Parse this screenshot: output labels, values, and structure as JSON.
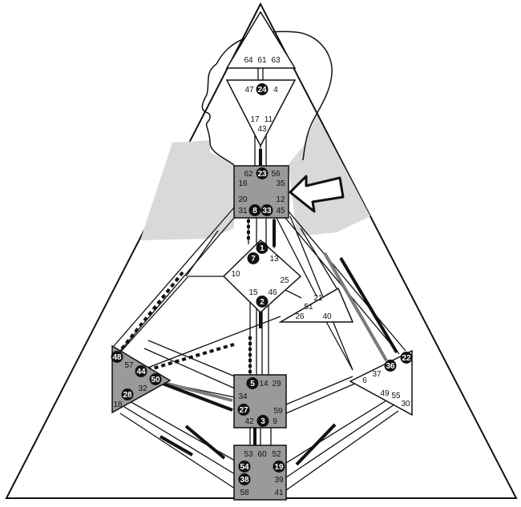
{
  "colors": {
    "line": "#111111",
    "center_defined": "#9a9a9a",
    "center_open": "#ffffff",
    "aura": "#d9d9d9",
    "channel_active": "#111111",
    "channel_partial": "#7a7a7a",
    "gate_active_fill": "#111111",
    "gate_active_text": "#ffffff"
  },
  "centers": {
    "head": {
      "name": "head",
      "defined": false,
      "gates": [
        "64",
        "61",
        "63"
      ]
    },
    "ajna": {
      "name": "ajna",
      "defined": false,
      "gates": [
        "47",
        "24",
        "4",
        "17",
        "11",
        "43"
      ]
    },
    "throat": {
      "name": "throat",
      "defined": true,
      "gates": [
        "62",
        "23",
        "56",
        "16",
        "35",
        "20",
        "12",
        "31",
        "8",
        "33",
        "45"
      ]
    },
    "g": {
      "name": "g",
      "defined": false,
      "gates": [
        "1",
        "7",
        "13",
        "10",
        "25",
        "15",
        "2",
        "46"
      ]
    },
    "heart": {
      "name": "heart",
      "defined": false,
      "gates": [
        "21",
        "51",
        "26",
        "40"
      ]
    },
    "spleen": {
      "name": "spleen",
      "defined": true,
      "gates": [
        "48",
        "57",
        "44",
        "50",
        "28",
        "32",
        "18"
      ]
    },
    "sacral": {
      "name": "sacral",
      "defined": true,
      "gates": [
        "5",
        "14",
        "29",
        "34",
        "27",
        "59",
        "42",
        "3",
        "9"
      ]
    },
    "solar": {
      "name": "solar-plexus",
      "defined": false,
      "gates": [
        "22",
        "36",
        "6",
        "37",
        "49",
        "55",
        "30"
      ]
    },
    "root": {
      "name": "root",
      "defined": true,
      "gates": [
        "53",
        "60",
        "52",
        "54",
        "19",
        "38",
        "39",
        "58",
        "41"
      ]
    }
  },
  "active_gates": [
    "24",
    "23",
    "8",
    "33",
    "1",
    "7",
    "2",
    "48",
    "44",
    "50",
    "28",
    "5",
    "27",
    "3",
    "22",
    "36",
    "54",
    "19",
    "38"
  ],
  "callout": {
    "icon": "arrow-pointer-icon",
    "points_to": "throat"
  }
}
